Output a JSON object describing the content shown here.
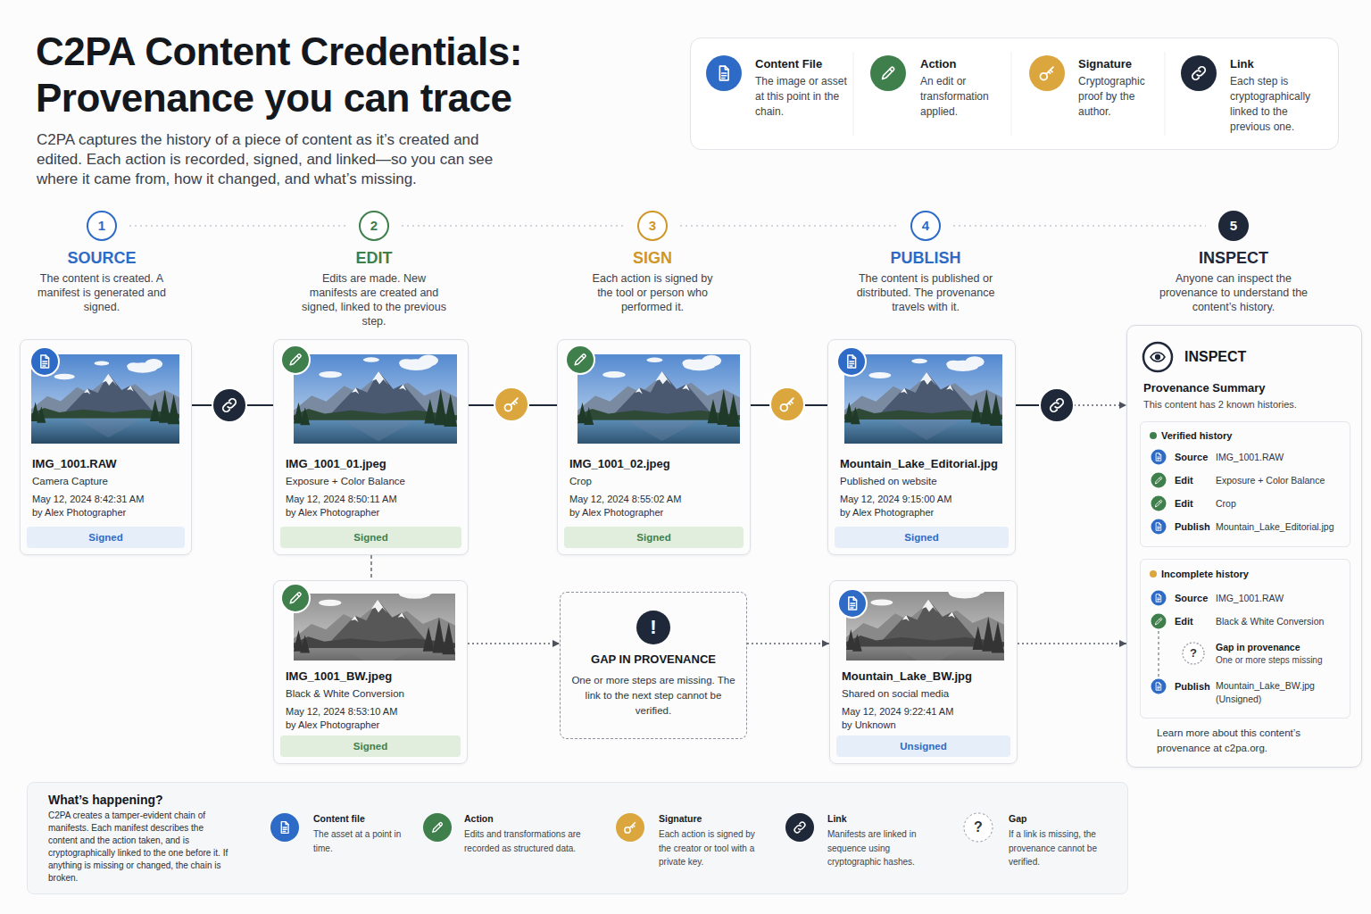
{
  "diagram": {
    "title": "C2PA Content Credentials: Provenance you can trace",
    "caption": "C2PA captures the history of a piece of content as it’s created and edited. Each action is recorded, signed, and linked—so you can see where it came from, how it changed, and what’s missing.",
    "nodes": [
      {
        "text": [
          "1",
          "SOURCE",
          "The content is created. A manifest is generated and signed."
        ]
      },
      {
        "text": [
          "2",
          "EDIT",
          "Edits are made. New manifests are created and signed, linked to the previous step."
        ]
      },
      {
        "text": [
          "3",
          "SIGN",
          "Each action is signed by the tool or person who performed it."
        ]
      },
      {
        "text": [
          "4",
          "PUBLISH",
          "The content is published or distributed. The provenance travels with it."
        ]
      },
      {
        "text": [
          "5",
          "INSPECT",
          "Anyone can inspect the provenance to understand the content’s history."
        ]
      },
      {
        "text": [
          "IMG_1001.RAW",
          "Camera Capture",
          "May 12, 2024 8:42:31 AM",
          "by Alex Photographer"
        ]
      },
      {
        "text": [
          "Signed"
        ],
        "in": 5
      },
      {
        "text": [
          "IMG_1001_01.jpeg",
          "Exposure + Color Balance",
          "May 12, 2024 8:50:11 AM",
          "by Alex Photographer"
        ]
      },
      {
        "text": [
          "Signed"
        ],
        "in": 7
      },
      {
        "text": [
          "IMG_1001_02.jpeg",
          "Crop",
          "May 12, 2024 8:55:02 AM",
          "by Alex Photographer"
        ]
      },
      {
        "text": [
          "Signed"
        ],
        "in": 9
      },
      {
        "text": [
          "Mountain_Lake_Editorial.jpg",
          "Published on website",
          "May 12, 2024 9:15:00 AM",
          "by Alex Photographer"
        ]
      },
      {
        "text": [
          "Signed"
        ],
        "in": 11
      },
      {
        "text": [
          "INSPECT",
          "Provenance Summary",
          "This content has 2 known histories.",
          "Learn more about this content’s provenance at c2pa.org."
        ]
      },
      {
        "text": [
          "Verified history",
          "Source",
          "IMG_1001.RAW",
          "Edit",
          "Exposure + Color Balance",
          "Edit",
          "Crop",
          "Publish",
          "Mountain_Lake_Editorial.jpg"
        ],
        "in": 13
      },
      {
        "text": [
          "Incomplete history",
          "Source",
          "IMG_1001.RAW",
          "Edit",
          "Black & White Conversion",
          "?",
          "Gap in provenance",
          "One or more steps missing",
          "Publish",
          "Mountain_Lake_BW.jpg (Unsigned)"
        ],
        "in": 13
      },
      {
        "text": [
          "IMG_1001_BW.jpeg",
          "Black & White Conversion",
          "May 12, 2024 8:53:10 AM",
          "by Alex Photographer"
        ]
      },
      {
        "text": [
          "Signed"
        ],
        "in": 16
      },
      {
        "text": [
          "!",
          "GAP IN PROVENANCE",
          "One or more steps are missing. The link to the next step cannot be verified."
        ]
      },
      {
        "text": [
          "Mountain_Lake_BW.jpg",
          "Shared on social media",
          "May 12, 2024 9:22:41 AM",
          "by Unknown"
        ]
      },
      {
        "text": [
          "Unsigned"
        ],
        "in": 19
      },
      {
        "text": [
          "What’s happening?",
          "C2PA creates a tamper-evident chain of manifests. Each manifest describes the content and the action taken, and is cryptographically linked to the one before it. If anything is missing or changed, the chain is broken."
        ]
      }
    ],
    "edges": [
      {
        "from": 0,
        "to": 1,
        "arrow": "none"
      },
      {
        "from": 1,
        "to": 2,
        "arrow": "none"
      },
      {
        "from": 2,
        "to": 3,
        "arrow": "none"
      },
      {
        "from": 3,
        "to": 4,
        "arrow": "none"
      },
      {
        "from": 5,
        "to": 7,
        "arrow": "none"
      },
      {
        "from": 7,
        "to": 9,
        "arrow": "none"
      },
      {
        "from": 9,
        "to": 11,
        "arrow": "none"
      },
      {
        "from": 11,
        "to": 13,
        "arrow": "to"
      },
      {
        "from": 7,
        "to": 16,
        "arrow": "none"
      },
      {
        "from": 16,
        "to": 18,
        "arrow": "to"
      },
      {
        "from": 18,
        "to": 19,
        "arrow": "to"
      },
      {
        "from": 19,
        "to": 13,
        "arrow": "to"
      }
    ],
    "labels": [
      "The image or asset at this point in the chain.",
      "An edit or transformation applied.",
      "Cryptographic proof by the author.",
      "Each step is cryptographically linked to the previous one.",
      "The asset at a point in time.",
      "Edits and transformations are recorded as structured data.",
      "Each action is signed by the creator or tool with a private key.",
      "Manifests are linked in sequence using cryptographic hashes.",
      "?",
      "If a link is missing, the provenance cannot be verified."
    ],
    "legend": [
      {
        "text": "Content File",
        "color": "#2e6bc6"
      },
      {
        "text": "Action",
        "color": "#3f7f4c"
      },
      {
        "text": "Signature",
        "color": "#dba63d"
      },
      {
        "text": "Link",
        "color": "#1e2838"
      },
      {
        "text": "Content file",
        "color": "#2e6bc6"
      },
      {
        "text": "Action",
        "color": "#3f7f4c"
      },
      {
        "text": "Signature",
        "color": "#dba63d"
      },
      {
        "text": "Link",
        "color": "#1e2838"
      },
      {
        "text": "Gap"
      }
    ]
  }
}
